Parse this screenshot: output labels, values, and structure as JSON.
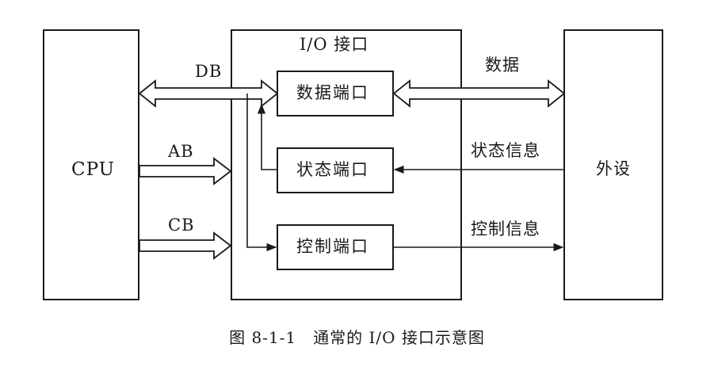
{
  "blocks": {
    "cpu": "CPU",
    "io": "I/O 接口",
    "device": "外设",
    "data_port": "数据端口",
    "status_port": "状态端口",
    "control_port": "控制端口"
  },
  "buses": {
    "db": "DB",
    "ab": "AB",
    "cb": "CB"
  },
  "signals": {
    "data": "数据",
    "status": "状态信息",
    "control": "控制信息"
  },
  "caption": "图 8-1-1　通常的 I/O 接口示意图"
}
